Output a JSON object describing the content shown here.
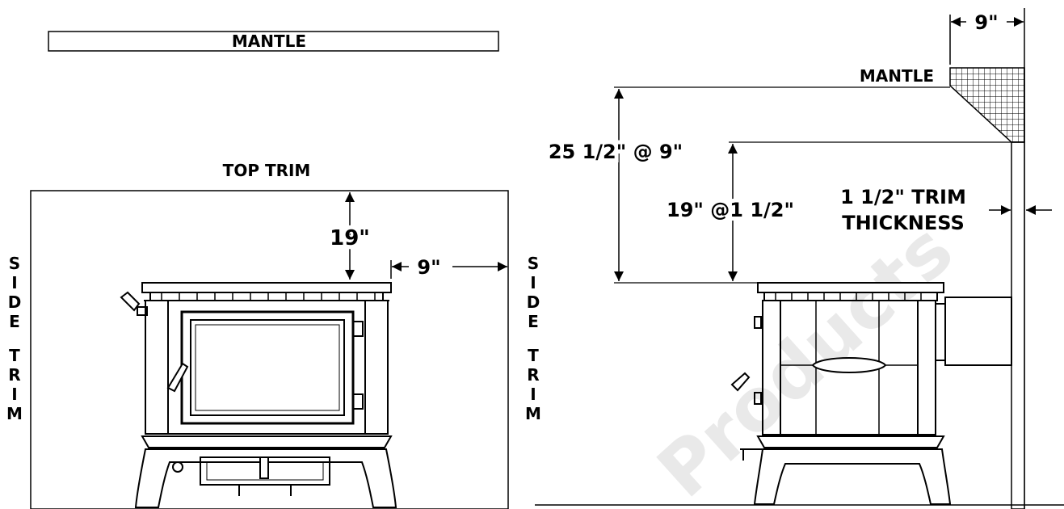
{
  "front_view": {
    "mantle_label": "MANTLE",
    "top_trim_label": "TOP TRIM",
    "dim_top_clearance": "19\"",
    "dim_side_clearance": "9\"",
    "side_trim_left": [
      "S",
      "I",
      "D",
      "E",
      "",
      "T",
      "R",
      "I",
      "M"
    ],
    "side_trim_right": [
      "S",
      "I",
      "D",
      "E",
      "",
      "T",
      "R",
      "I",
      "M"
    ]
  },
  "side_view": {
    "mantle_label": "MANTLE",
    "dim_mantle_depth": "9\"",
    "dim_mantle_height": "25 1/2\" @ 9\"",
    "dim_trim_height": "19\" @1 1/2\"",
    "trim_thickness_line1": "1 1/2\" TRIM",
    "trim_thickness_line2": "THICKNESS"
  },
  "watermark": "Products"
}
